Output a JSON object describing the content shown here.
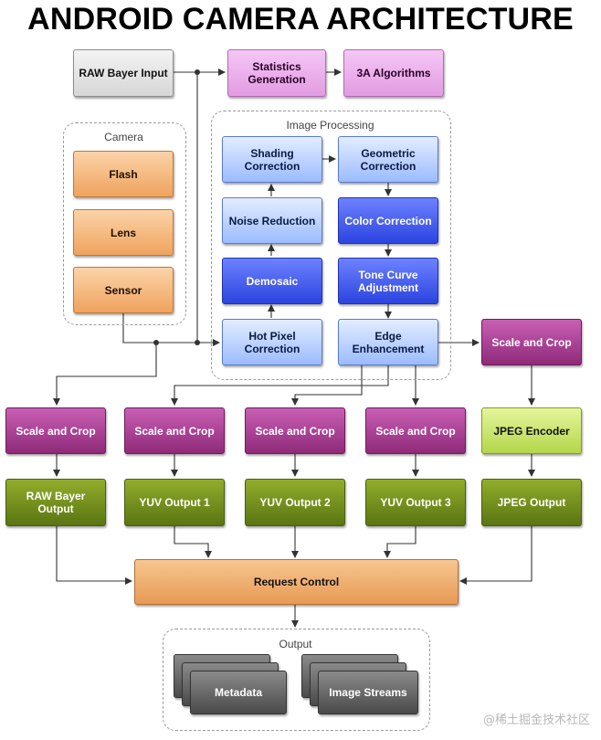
{
  "title": "ANDROID CAMERA ARCHITECTURE",
  "top_row": {
    "raw_input": "RAW Bayer Input",
    "stats": "Statistics Generation",
    "algorithms": "3A Algorithms"
  },
  "camera": {
    "label": "Camera",
    "flash": "Flash",
    "lens": "Lens",
    "sensor": "Sensor"
  },
  "image_processing": {
    "label": "Image Processing",
    "shading": "Shading Correction",
    "geometric": "Geometric Correction",
    "noise": "Noise Reduction",
    "color": "Color Correction",
    "demosaic": "Demosaic",
    "tone": "Tone Curve Adjustment",
    "hotpixel": "Hot Pixel Correction",
    "edge": "Edge Enhancement"
  },
  "scale_crop_label": "Scale and Crop",
  "jpeg_encoder": "JPEG Encoder",
  "outputs": {
    "raw": "RAW Bayer Output",
    "yuv1": "YUV Output 1",
    "yuv2": "YUV Output 2",
    "yuv3": "YUV Output 3",
    "jpeg": "JPEG Output"
  },
  "request_control": "Request Control",
  "output_group": {
    "label": "Output",
    "metadata": "Metadata",
    "streams": "Image Streams"
  },
  "watermark": "@稀土掘金技术社区",
  "colors": {
    "gray": "#d6d6d6",
    "pink": "#e29be2",
    "orange": "#efa35e",
    "light_blue": "#9cbcff",
    "dark_blue": "#2c44e0",
    "purple": "#8f2a79",
    "green": "#5a7512",
    "lime": "#b4d64a",
    "dark_gray": "#4a4a4a"
  }
}
